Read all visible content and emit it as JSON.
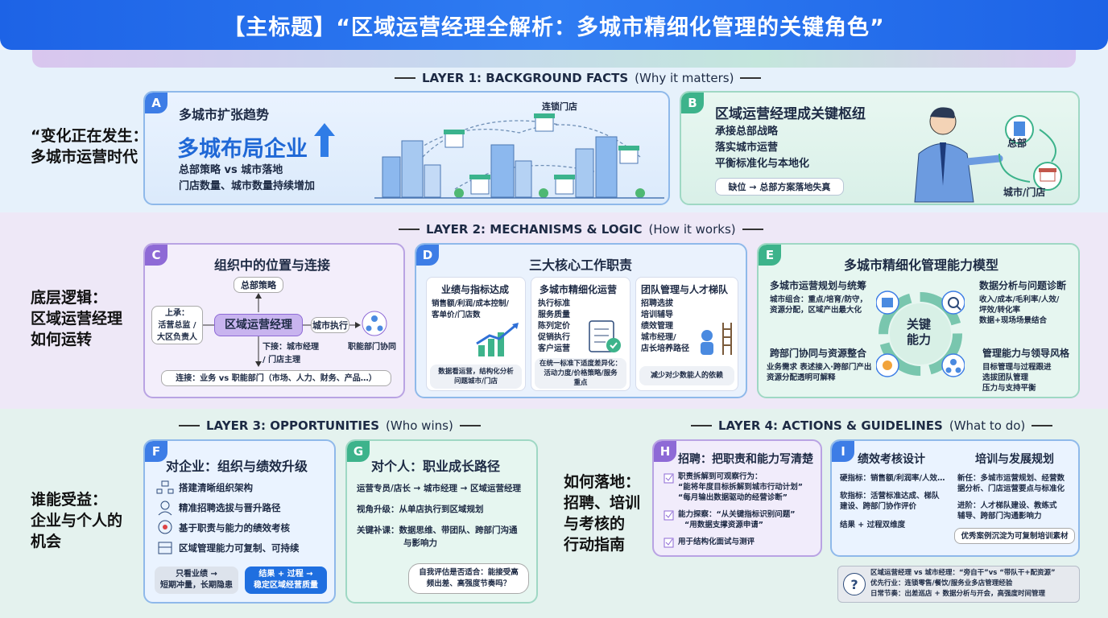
{
  "header": {
    "title": "【主标题】“区域运营经理全解析：多城市精细化管理的关键角色”"
  },
  "layer1": {
    "title": "LAYER 1: BACKGROUND FACTS",
    "subtitle": "(Why it matters)",
    "side_label": [
      "“变化正在发生：",
      "多城市运营时代"
    ],
    "cardA": {
      "badge": "A",
      "title": "多城市扩张趋势",
      "headline": "多城布局企业",
      "line1": "总部策略 vs 城市落地",
      "line2": "门店数量、城市数量持续增加",
      "illus_label": "连锁门店"
    },
    "cardB": {
      "badge": "B",
      "title": "区域运营经理成关键枢纽",
      "lines": [
        "承接总部战略",
        "落实城市运营",
        "平衡标准化与本地化"
      ],
      "pill": "缺位 → 总部方案落地失真",
      "hq_label": "总部",
      "city_label": "城市/门店"
    }
  },
  "layer2": {
    "title": "LAYER 2: MECHANISMS & LOGIC",
    "subtitle": "(How it works)",
    "side_label": [
      "底层逻辑：",
      "区域运营经理",
      "如何运转"
    ],
    "cardC": {
      "badge": "C",
      "title": "组织中的位置与连接",
      "top": "总部策略",
      "upper": "上承：\n活营总监 /\n大区负责人",
      "center": "区域运营经理",
      "city_exec": "城市执行",
      "lower": "下接：城市经理\n/ 门店主理",
      "func": "职能部门协同",
      "bottom": "连接：业务 vs 职能部门（市场、人力、财务、产品…）"
    },
    "cardD": {
      "badge": "D",
      "title": "三大核心工作职责",
      "cols": [
        {
          "title": "业绩与指标达成",
          "body": "销售额/利润/成本控制/\n客单价/门店数",
          "foot": "数据看运营，结构化分析\n问题城市/门店"
        },
        {
          "title": "多城市精细化运营",
          "body": "执行标准\n服务质量\n陈列定价\n促销执行\n客户运营",
          "foot": "在统一标准下适度差异化：\n活动力度/价格策略/服务\n重点"
        },
        {
          "title": "团队管理与人才梯队",
          "body": "招聘选拔\n培训辅导\n绩效管理\n城市经理/\n店长培养路径",
          "foot": "减少对少数能人的依赖"
        }
      ]
    },
    "cardE": {
      "badge": "E",
      "title": "多城市精细化管理能力模型",
      "center": "关键\n能力",
      "q1_title": "多城市运营规划与统筹",
      "q1_body": "城市组合：重点/培育/防守，\n资源分配，区域产出最大化",
      "q2_title": "数据分析与问题诊断",
      "q2_body": "收入/成本/毛利率/人效/\n坪效/转化率\n数据+现场场景结合",
      "q3_title": "跨部门协同与资源整合",
      "q3_body": "业务需求 表述接入·跨部门产出\n资源分配透明可解释",
      "q4_title": "管理能力与领导风格",
      "q4_body": "目标管理与过程跟进\n选拔团队管理\n压力与支持平衡"
    }
  },
  "layer3": {
    "title": "LAYER 3: OPPORTUNITIES",
    "subtitle": "(Who wins)",
    "side_label": [
      "谁能受益：",
      "企业与个人的",
      "机会"
    ],
    "cardF": {
      "badge": "F",
      "title": "对企业：组织与绩效升级",
      "items": [
        "搭建清晰组织架构",
        "精准招聘选拔与晋升路径",
        "基于职责与能力的绩效考核",
        "区域管理能力可复制、可持续"
      ],
      "pill_left": "只看业绩 →\n短期冲量，长期隐患",
      "pill_right": "结果 + 过程 →\n稳定区域经营质量"
    },
    "cardG": {
      "badge": "G",
      "title": "对个人：职业成长路径",
      "line1": "运营专员/店长 → 城市经理 → 区域运营经理",
      "line2": "视角升级：从单店执行到区域规划",
      "line3a": "关键补课：数据思维、带团队、跨部门沟通",
      "line3b": "与影响力",
      "bubble": "自我评估是否适合：能接受高\n频出差、高强度节奏吗？"
    }
  },
  "layer4": {
    "title": "LAYER 4: ACTIONS & GUIDELINES",
    "subtitle": "(What to do)",
    "side_label": [
      "如何落地：",
      "招聘、培训",
      "与考核的",
      "行动指南"
    ],
    "cardH": {
      "badge": "H",
      "title": "招聘：把职责和能力写清楚",
      "i1a": "职责拆解到可观察行为：",
      "i1b": "“能将年度目标拆解到城市行动计划”",
      "i1c": "“每月输出数据驱动的经营诊断”",
      "i2a": "能力探察：“从关键指标识别问题”",
      "i2b": "“用数据支撑资源申请”",
      "i3": "用于结构化面试与测评"
    },
    "cardI": {
      "badge": "I",
      "title_left": "绩效考核设计",
      "title_right": "培训与发展规划",
      "l1": "硬指标：销售额/利润率/人效…",
      "l2a": "软指标：活营标准达成、梯队",
      "l2b": "建设、跨部门协作评价",
      "l3": "结果 + 过程双维度",
      "r1a": "新任：多城市运营规划、经营数",
      "r1b": "据分析、门店运营要点与标准化",
      "r2a": "进阶：人才梯队建设、教练式",
      "r2b": "辅导、跨部门沟通影响力",
      "pill": "优秀案例沉淀为可复制培训素材"
    },
    "faq": {
      "mark": "?",
      "l1": "区域运营经理 vs 城市经理：“旁自干”vs “带队干+配资源”",
      "l2": "优先行业：连锁零售/餐饮/服务业多店管理经验",
      "l3": "日常节奏：出差巡店 + 数据分析与开会，高强度时间管理"
    }
  }
}
